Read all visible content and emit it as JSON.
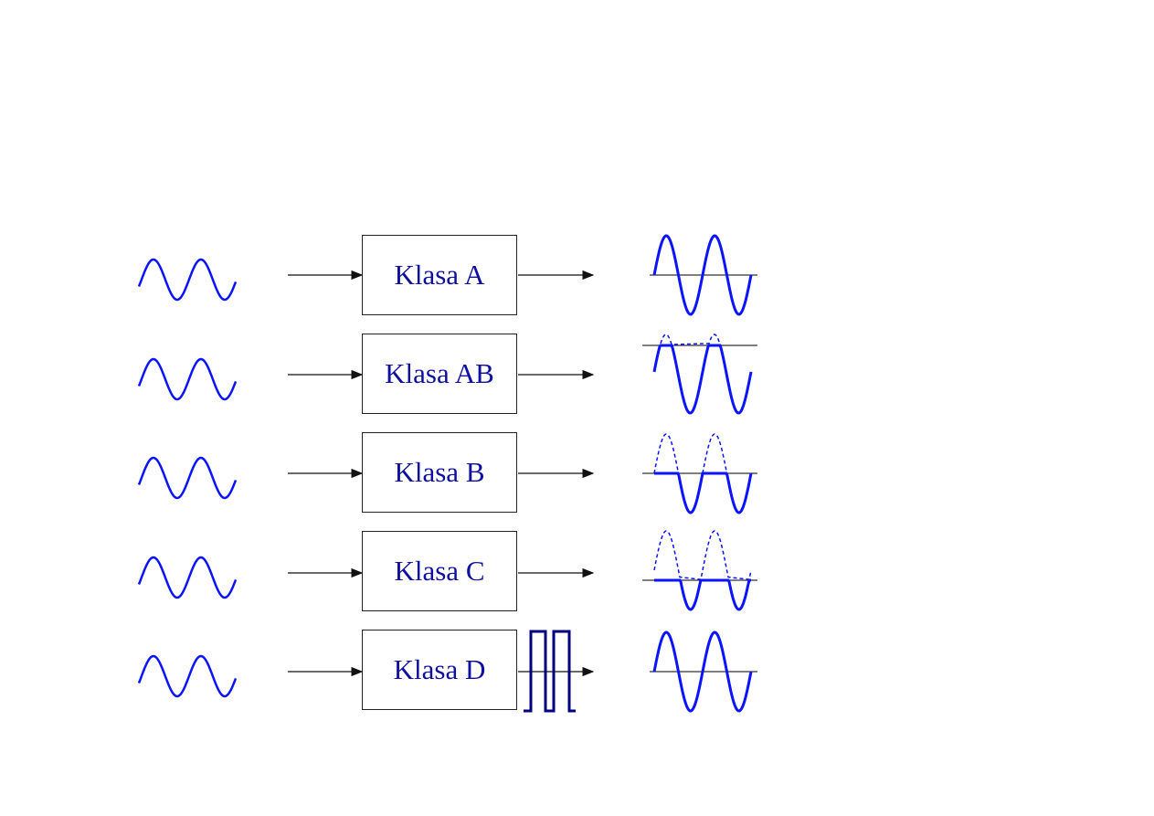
{
  "title": "Amplifier classes",
  "colors": {
    "signal": "#0a14ff",
    "pwm": "#000080",
    "text": "#1010a0",
    "line": "#222222"
  },
  "rows": [
    {
      "label": "Klasa A",
      "output": "full"
    },
    {
      "label": "Klasa AB",
      "output": "ab"
    },
    {
      "label": "Klasa B",
      "output": "b"
    },
    {
      "label": "Klasa C",
      "output": "c"
    },
    {
      "label": "Klasa D",
      "output": "d"
    }
  ]
}
